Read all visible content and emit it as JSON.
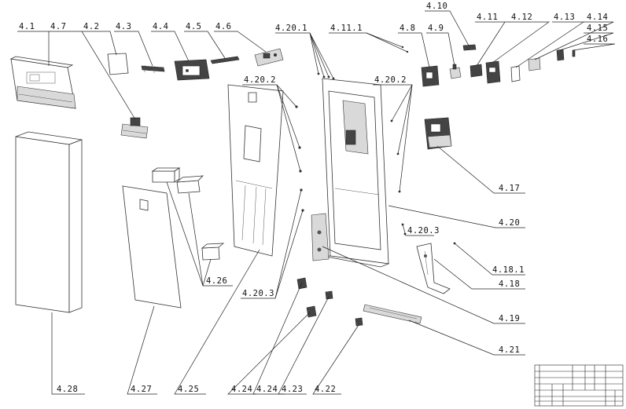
{
  "labels": {
    "l_4_1": "4.1",
    "l_4_7": "4.7",
    "l_4_2": "4.2",
    "l_4_3": "4.3",
    "l_4_4": "4.4",
    "l_4_5": "4.5",
    "l_4_6": "4.6",
    "l_4_20_1": "4.20.1",
    "l_4_11_1": "4.11.1",
    "l_4_8": "4.8",
    "l_4_9": "4.9",
    "l_4_10": "4.10",
    "l_4_11": "4.11",
    "l_4_12": "4.12",
    "l_4_13": "4.13",
    "l_4_14": "4.14",
    "l_4_15": "4.15",
    "l_4_16": "4.16",
    "l_4_20_2a": "4.20.2",
    "l_4_20_2b": "4.20.2",
    "l_4_17": "4.17",
    "l_4_20": "4.20",
    "l_4_20_3a": "4.20.3",
    "l_4_18_1": "4.18.1",
    "l_4_18": "4.18",
    "l_4_26": "4.26",
    "l_4_20_3b": "4.20.3",
    "l_4_19": "4.19",
    "l_4_21": "4.21",
    "l_4_28": "4.28",
    "l_4_27": "4.27",
    "l_4_25": "4.25",
    "l_4_24a": "4.24",
    "l_4_24b": "4.24",
    "l_4_23": "4.23",
    "l_4_22": "4.22"
  }
}
